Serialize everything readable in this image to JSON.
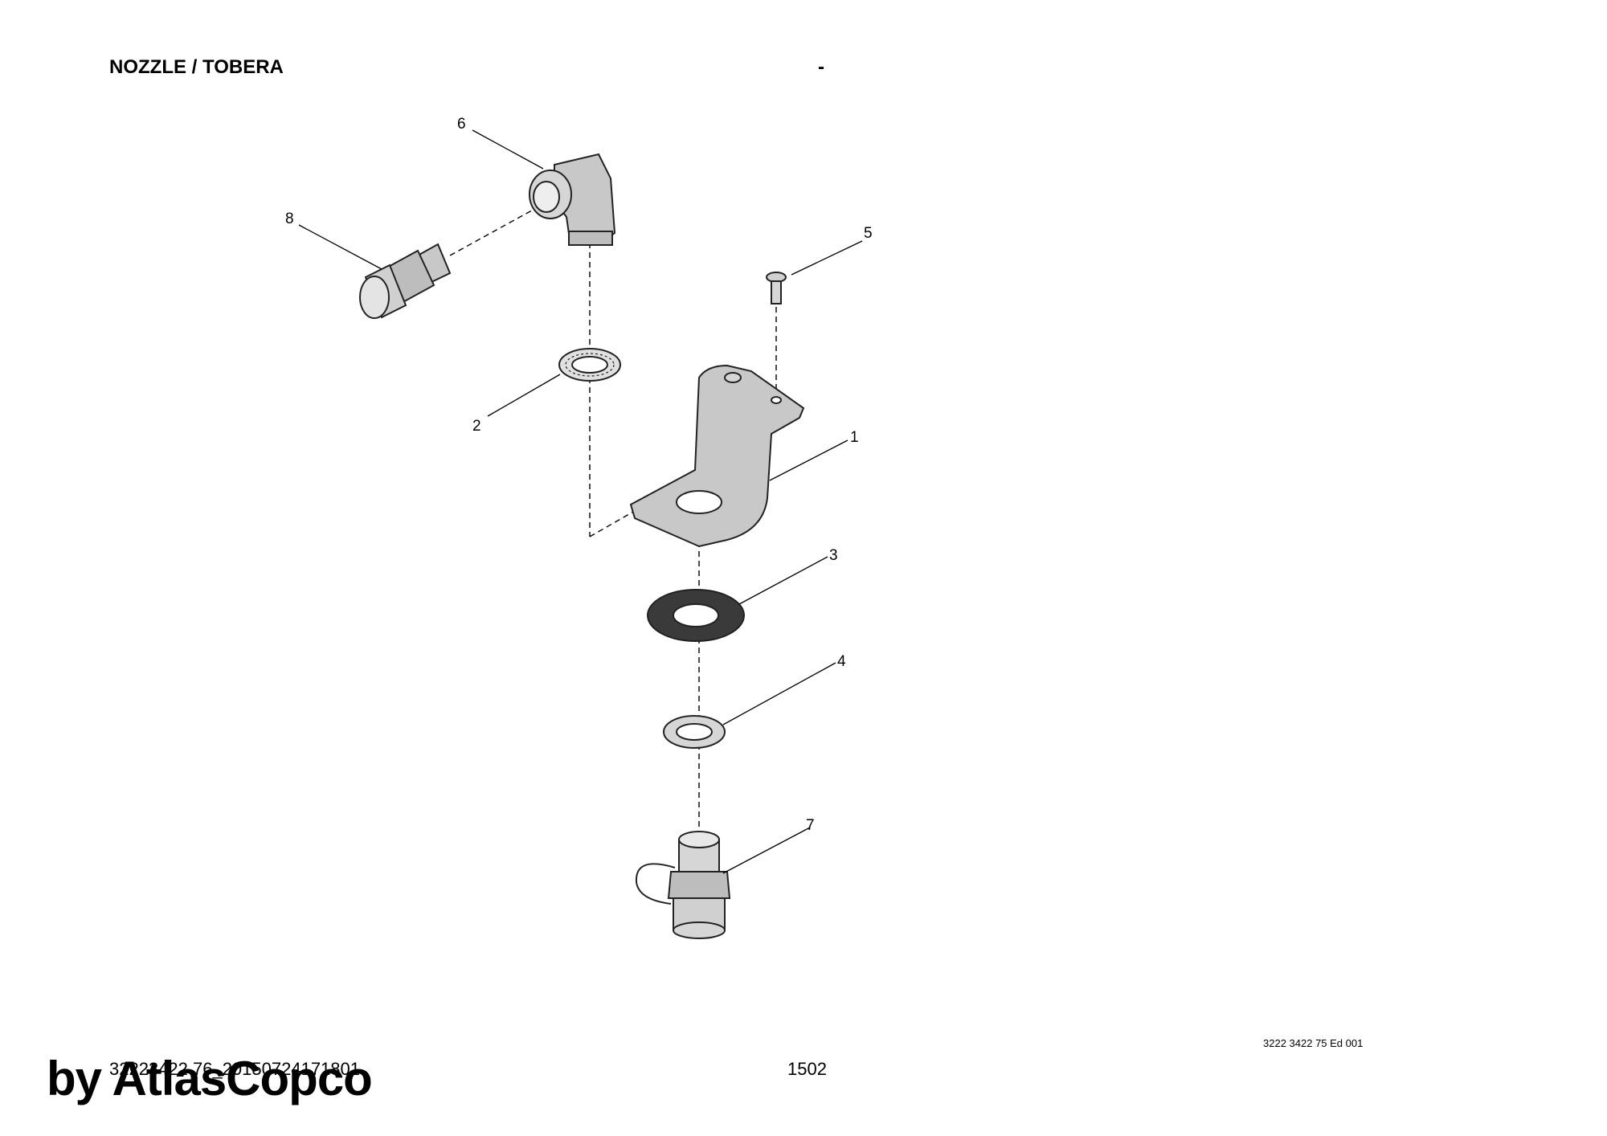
{
  "header": {
    "title": "NOZZLE / TOBERA",
    "dash": "-"
  },
  "footer": {
    "doc_ref": "3222 3422 75 Ed 001",
    "file_code": "32223422 76_20150724171801",
    "page_number": "1502",
    "watermark": "by AtlasCopco"
  },
  "callouts": {
    "c1": "1",
    "c2": "2",
    "c3": "3",
    "c4": "4",
    "c5": "5",
    "c6": "6",
    "c7": "7",
    "c8": "8"
  },
  "colors": {
    "part_fill": "#c8c8c8",
    "gasket_fill": "#3a3a3a",
    "line": "#000000"
  }
}
